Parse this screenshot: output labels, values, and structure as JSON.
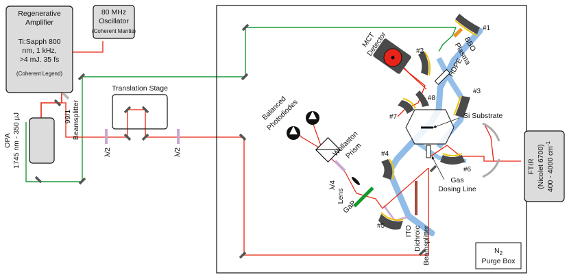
{
  "boxes": {
    "amplifier": {
      "title_line1": "Regenerative",
      "title_line2": "Amplifier",
      "spec_line1": "Ti:Sapph 800",
      "spec_line2": "nm, 1 kHz,",
      "spec_line3": ">4 mJ. 35 fs",
      "model": "(Coherent Legend)"
    },
    "oscillator": {
      "line1": "80 MHz",
      "line2": "Oscillator",
      "model": "(Coherent Mantis)"
    },
    "opa": {
      "line1": "OPA",
      "line2": "1745 nm - 350 µJ"
    },
    "ftir": {
      "line1": "FTIR",
      "line2": "(Nicolet 6700)",
      "line3": "400 - 4000 cm",
      "line3_sup": "-1"
    },
    "purge_box": {
      "line1": "N",
      "line1_sub": "2",
      "line2": "Purge Box"
    }
  },
  "labels": {
    "translation_stage": "Translation Stage",
    "beamsplitter_ratio": "99/1",
    "beamsplitter": "Beamsplitter",
    "half_wave_1": "λ/2",
    "half_wave_2": "λ/2",
    "quarter_wave": "λ/4",
    "balanced_line1": "Balanced",
    "balanced_line2": "Photodiodes",
    "wollaston_line1": "Wollaston",
    "wollaston_line2": "Prism",
    "lens": "Lens",
    "gap": "GaP",
    "ito_line1": "ITO",
    "ito_line2": "Dichroic",
    "ito_line3": "Beamsplitter",
    "mct_line1": "MCT",
    "mct_line2": "Detector",
    "bbo": "BBO",
    "plasma": "Plasma",
    "hdpe": "HDPE",
    "si_substrate": "Si Substrate",
    "gas_line1": "Gas",
    "gas_line2": "Dosing Line"
  },
  "mirror_numbers": {
    "m1": "#1",
    "m2": "#2",
    "m3": "#3",
    "m4": "#4",
    "m5": "#5",
    "m6": "#6",
    "m7": "#7",
    "m8": "#8"
  },
  "colors": {
    "red_beam": "#e8230f",
    "green_beam": "#1a9a3c",
    "thz_beam": "#8ab8e6",
    "box_fill": "#dcdcdc",
    "mirror": "#4a4a4a",
    "waveplate": "#c9a8d2",
    "gap_crystal": "#149a2a",
    "ito_plate": "#a24a3a",
    "bbo_crystal": "#e8931f",
    "parabolic_coating": "#f2c200",
    "mct_detector": "#e8231a"
  }
}
